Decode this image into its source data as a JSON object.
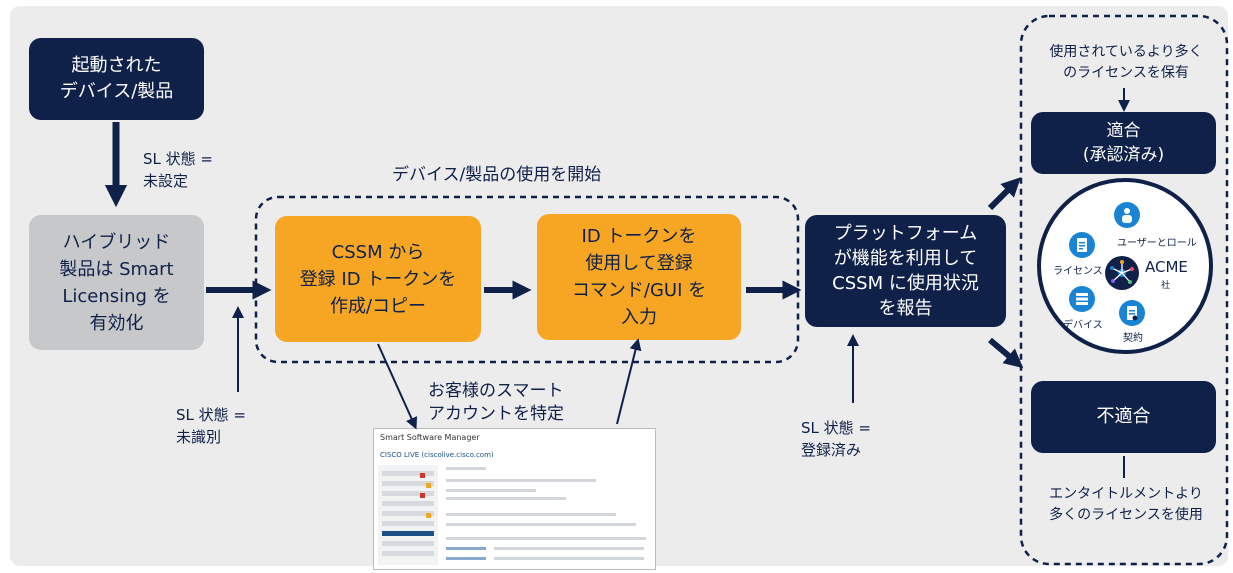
{
  "nodes": {
    "started_device": "起動された\nデバイス/製品",
    "hybrid_enable": "ハイブリッド\n製品は Smart\nLicensing を\n有効化",
    "create_token": "CSSM から\n登録 ID トークンを\n作成/コピー",
    "enter_token": "ID トークンを\n使用して登録\nコマンド/GUI を\n入力",
    "report_usage": "プラットフォーム\nが機能を利用して\nCSSM に使用状況\nを報告",
    "compliant": "適合\n(承認済み)",
    "noncompliant": "不適合"
  },
  "labels": {
    "sl_state_unconfigured": "SL 状態 =\n未設定",
    "start_using": "デバイス/製品の使用を開始",
    "sl_state_unidentified": "SL 状態 =\n未識別",
    "identify_account": "お客様のスマート\nアカウントを特定",
    "sl_state_registered": "SL 状態 =\n登録済み",
    "more_licenses_held": "使用されているより多く\nのライセンスを保有",
    "more_licenses_used": "エンタイトルメントより\n多くのライセンスを使用"
  },
  "acme": {
    "company": "ACME",
    "company_suffix": "社",
    "license": "ライセンス",
    "user_role": "ユーザーとロール",
    "device": "デバイス",
    "contract": "契約"
  },
  "ssm_screenshot": {
    "title": "Smart Software Manager",
    "account": "CISCO LIVE (ciscolive.cisco.com)"
  },
  "colors": {
    "navy": "#0f2149",
    "orange": "#f6a623",
    "gray_box": "#c7c8ca",
    "panel": "#ececed",
    "icon_blue": "#1a84d4"
  }
}
